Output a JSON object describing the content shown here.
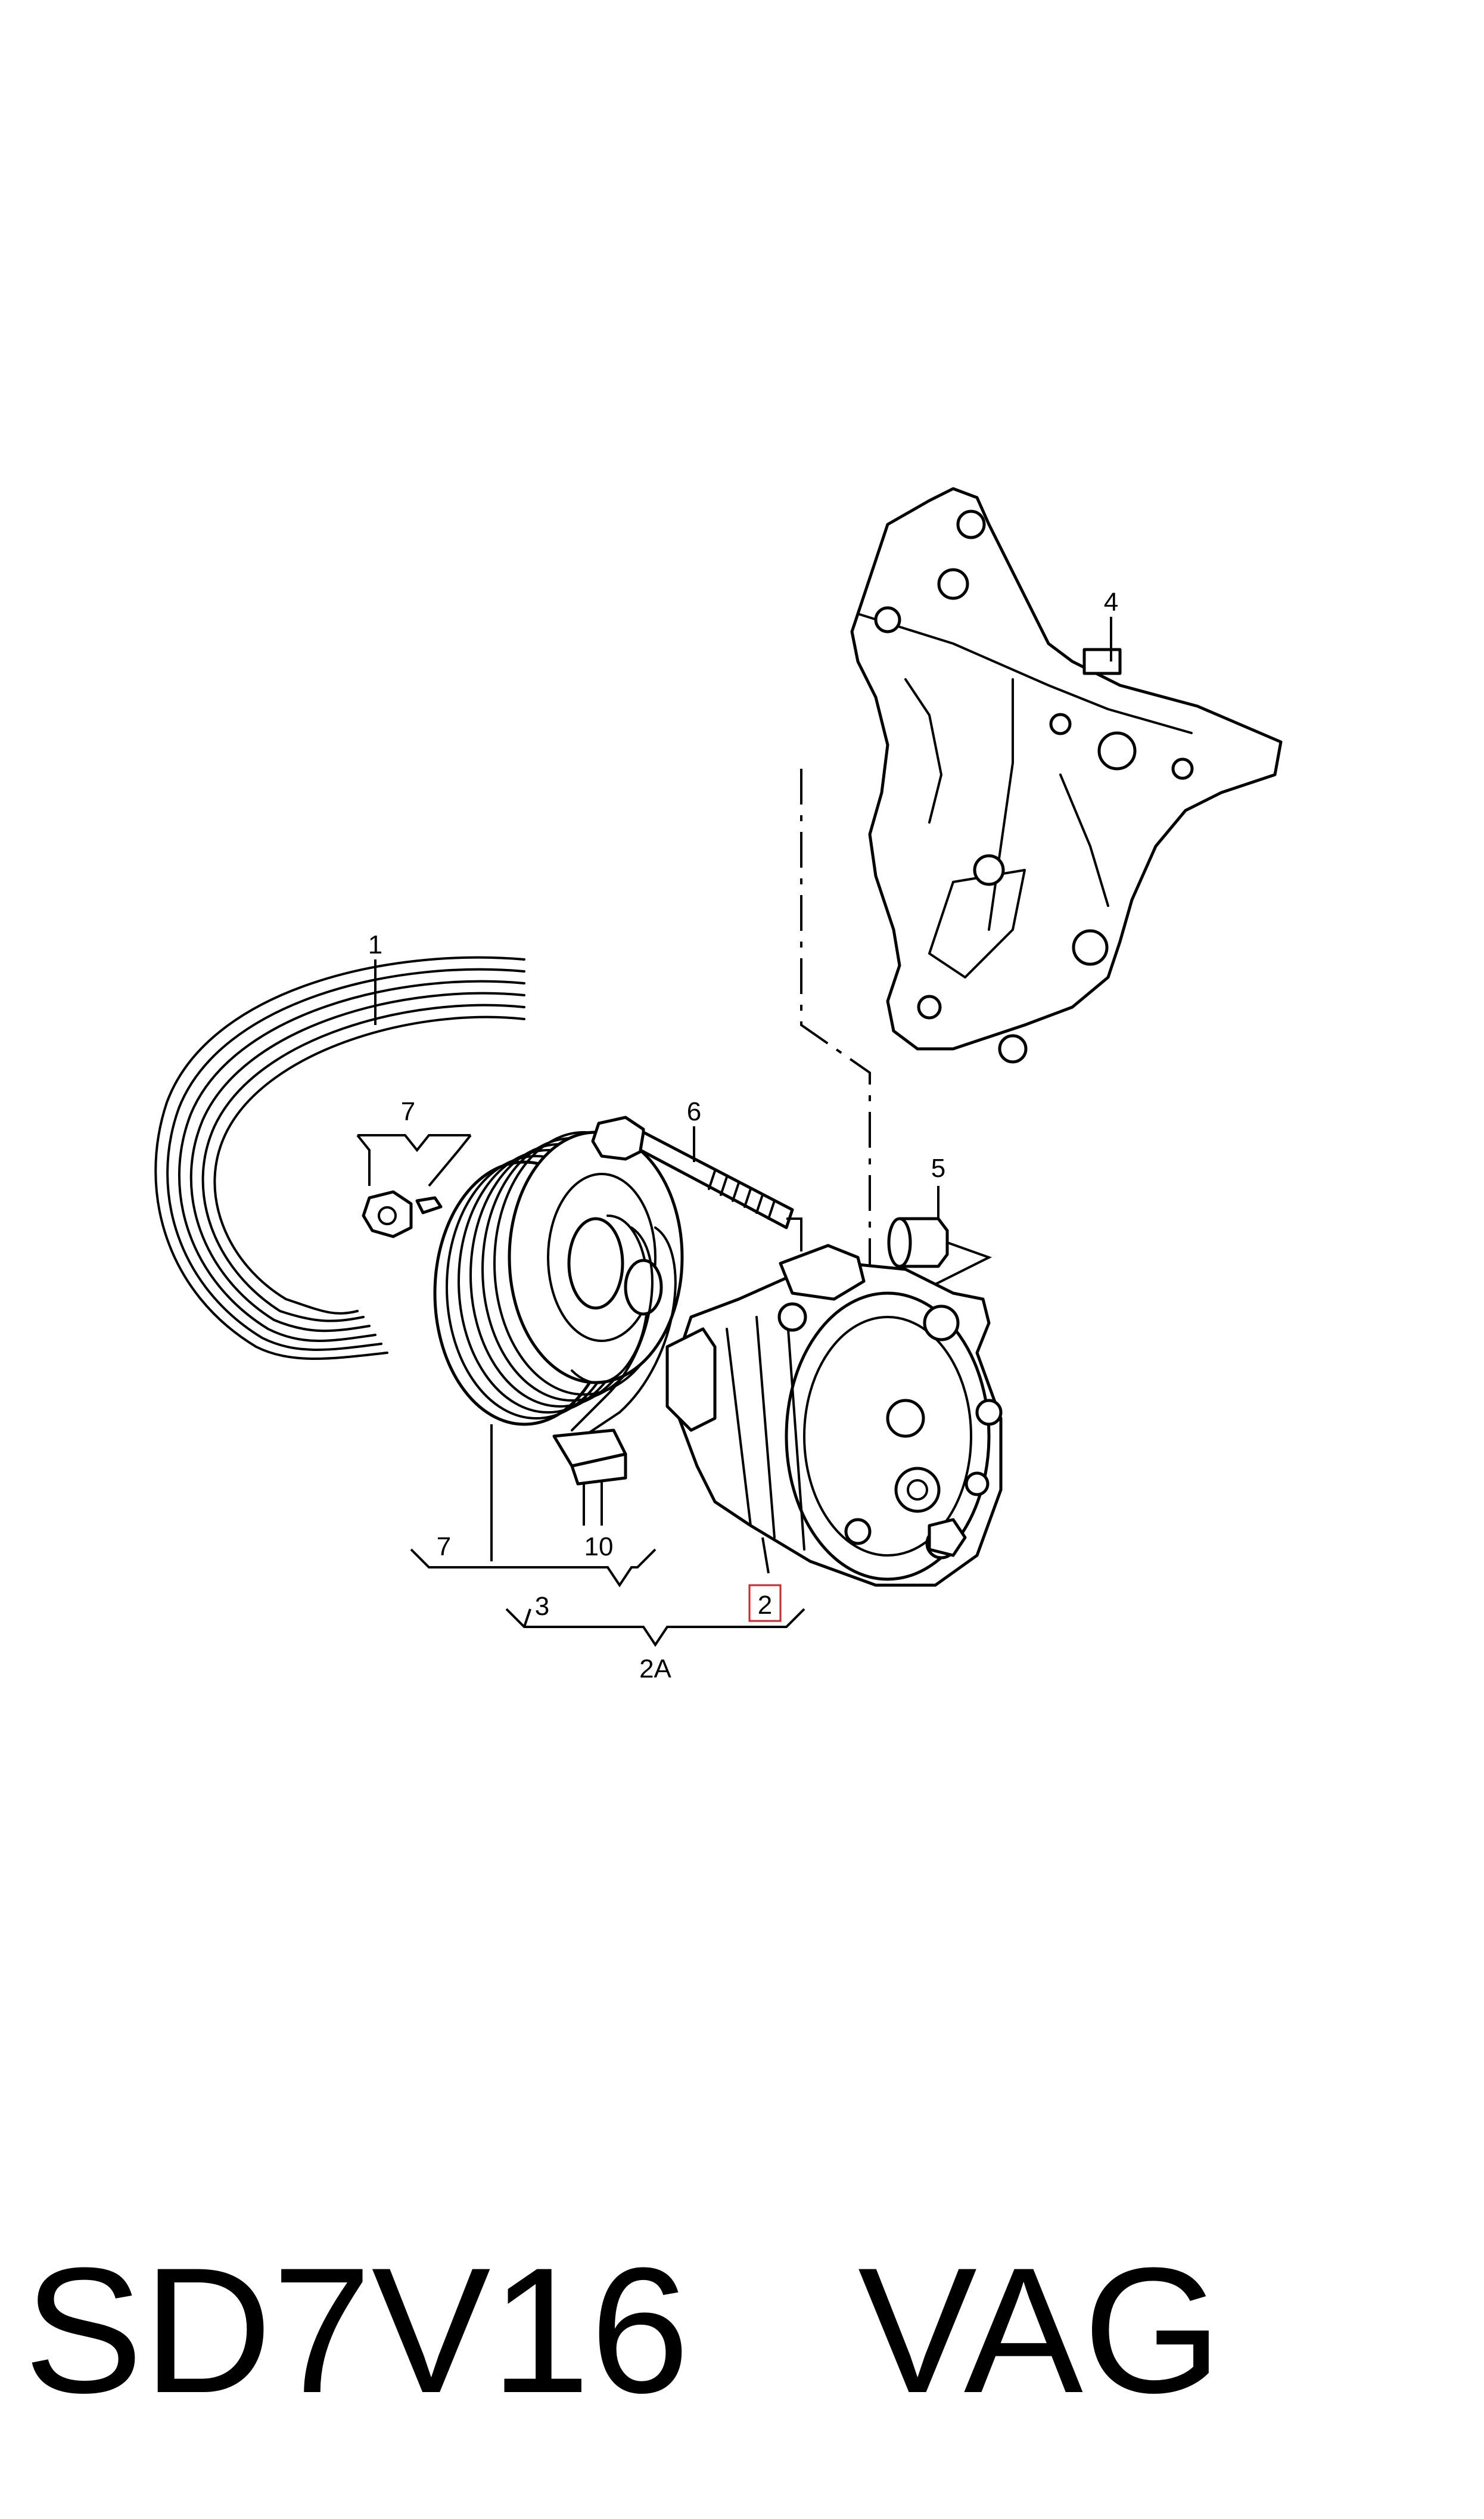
{
  "diagram": {
    "callouts": {
      "c1": "1",
      "c2": "2",
      "c2a": "2A",
      "c3": "3",
      "c4": "4",
      "c5": "5",
      "c6": "6",
      "c7_top": "7",
      "c7_bottom": "7",
      "c10": "10"
    },
    "highlight_color": "#e02020"
  },
  "footer": {
    "model": "SD7V16",
    "brand": "VAG"
  }
}
